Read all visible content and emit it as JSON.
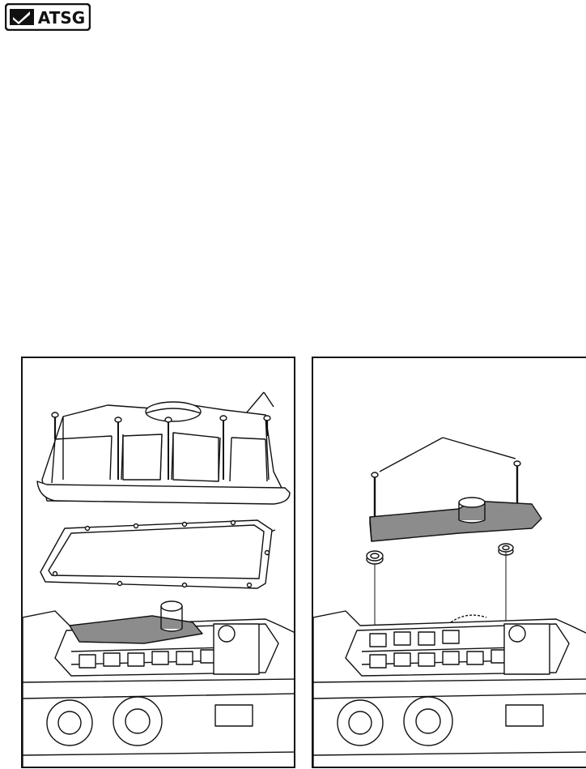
{
  "logo": {
    "text": "ATSG",
    "icon": "checkmark-flag-icon"
  },
  "figures": [
    {
      "name": "oil-pan-removal",
      "parts": [
        "oil-pan",
        "pan-bolts",
        "pan-gasket",
        "valve-body",
        "filter"
      ]
    },
    {
      "name": "filter-removal",
      "parts": [
        "filter",
        "filter-bolts",
        "filter-seals",
        "valve-body"
      ]
    }
  ],
  "colors": {
    "ink": "#111111",
    "filter_fill": "#8c8c8c",
    "paper": "#ffffff"
  }
}
